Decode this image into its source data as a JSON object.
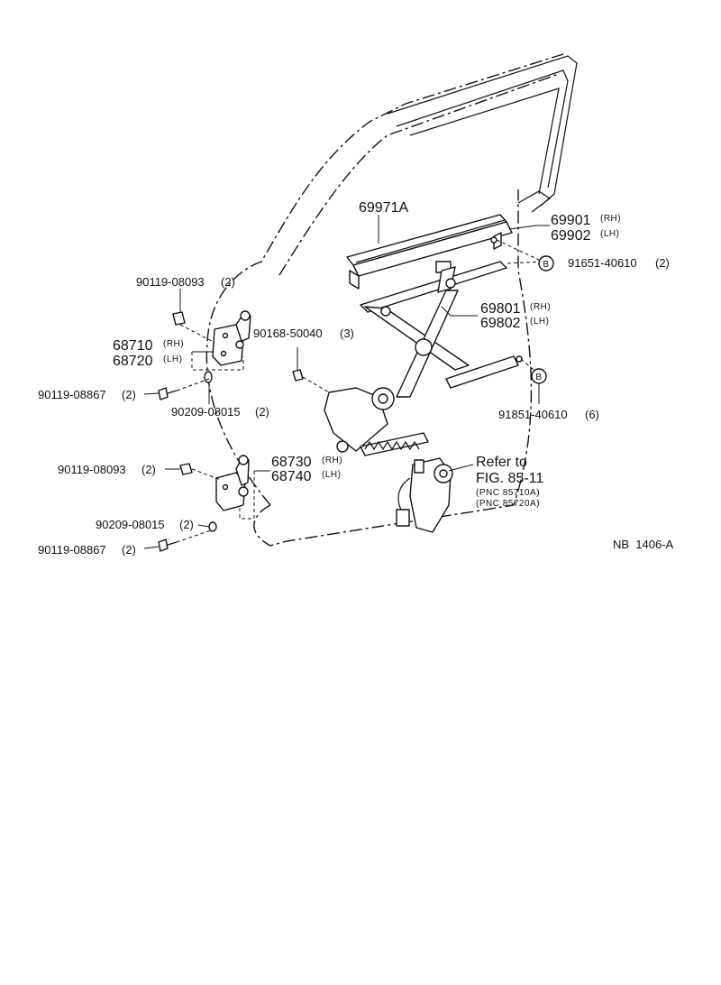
{
  "parts": {
    "glass_channel": {
      "number": "69971A"
    },
    "regulator_run_upper": {
      "rh": "69901",
      "rh_tag": "(RH)",
      "lh": "69902",
      "lh_tag": "(LH)"
    },
    "bolt_b_upper": {
      "marker": "B",
      "number": "91651-40610",
      "qty": "(2)"
    },
    "regulator": {
      "rh": "69801",
      "rh_tag": "(RH)",
      "lh": "69802",
      "lh_tag": "(LH)"
    },
    "bolt_b_lower": {
      "marker": "B",
      "number": "91851-40610",
      "qty": "(6)"
    },
    "screw_regulator": {
      "number": "90168-50040",
      "qty": "(3)"
    },
    "upper_hinge": {
      "rh": "68710",
      "rh_tag": "(RH)",
      "lh": "68720",
      "lh_tag": "(LH)"
    },
    "lower_hinge": {
      "rh": "68730",
      "rh_tag": "(RH)",
      "lh": "68740",
      "lh_tag": "(LH)"
    },
    "bolt_upper_hinge_a": {
      "number": "90119-08093",
      "qty": "(2)"
    },
    "bolt_upper_hinge_b": {
      "number": "90119-08867",
      "qty": "(2)"
    },
    "washer_upper": {
      "number": "90209-08015",
      "qty": "(2)"
    },
    "bolt_lower_hinge_a": {
      "number": "90119-08093",
      "qty": "(2)"
    },
    "washer_lower": {
      "number": "90209-08015",
      "qty": "(2)"
    },
    "bolt_lower_hinge_b": {
      "number": "90119-08867",
      "qty": "(2)"
    }
  },
  "motor_ref": {
    "line1": "Refer to",
    "line2": "FIG. 85-11",
    "pnc1": "(PNC 85710A)",
    "pnc2": "(PNC 85720A)"
  },
  "figure_code": "NB  1406-A"
}
